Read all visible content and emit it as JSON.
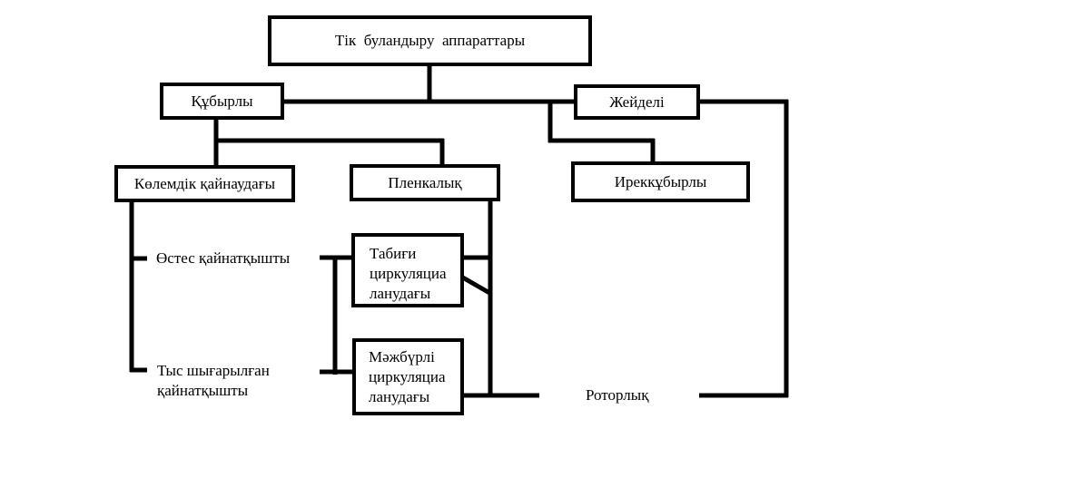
{
  "diagram": {
    "root": "Тік  буландыру  аппараттары",
    "tubular": "Құбырлы",
    "jacketed": "Жейделі",
    "volume_boiling": "Көлемдік қайнаудағы",
    "film": "Пленкалық",
    "coil": "Иреккұбырлы",
    "coaxial": "Өстес қайнатқышты",
    "external": [
      "Тыс шығарылған",
      "қайнатқышты"
    ],
    "natural": [
      "Табиғи",
      "циркуляциа",
      "ланудағы"
    ],
    "forced": [
      "Мәжбүрлі",
      "циркуляциа",
      "ланудағы"
    ],
    "rotor": "Роторлық"
  }
}
